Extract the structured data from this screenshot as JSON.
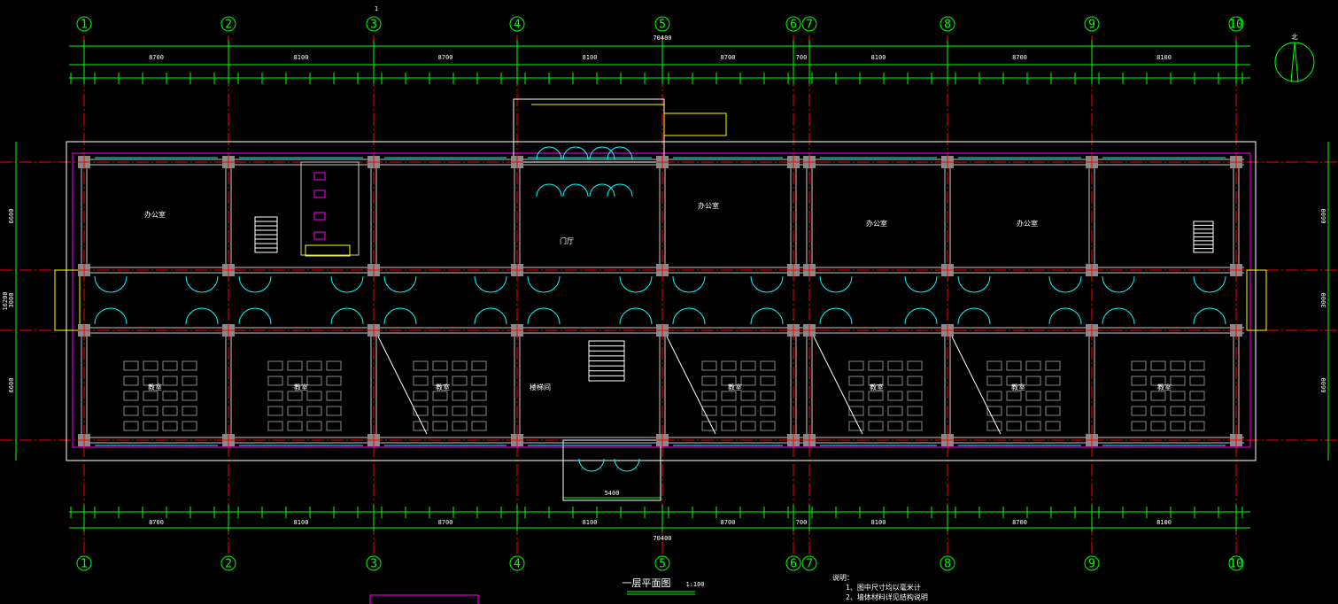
{
  "drawing": {
    "title": "一层平面图",
    "scale": "1:100",
    "notes_heading": "说明：",
    "notes": [
      "1、图中尺寸均以毫米计",
      "2、墙体材料详见结构说明"
    ],
    "north": "北",
    "section_mark": "1"
  },
  "axes": [
    "1",
    "2",
    "3",
    "4",
    "5",
    "6",
    "7",
    "8",
    "9",
    "10"
  ],
  "dimensions": {
    "overall": "70400",
    "spans": [
      "8700",
      "8100",
      "8700",
      "8100",
      "8700",
      "700",
      "8100",
      "8700",
      "8100"
    ],
    "left_side": [
      "6600",
      "3000",
      "6600"
    ],
    "right_side": [
      "6600",
      "3000",
      "6600"
    ],
    "total_depth": "16200",
    "stair_width": "5400"
  },
  "rooms": [
    {
      "name": "办公室",
      "label": "办公室"
    },
    {
      "name": "门厅",
      "label": "门厅"
    },
    {
      "name": "办公室",
      "label": "办公室"
    },
    {
      "name": "办公室",
      "label": "办公室"
    },
    {
      "name": "办公室",
      "label": "办公室"
    },
    {
      "name": "教室",
      "label": "教室"
    },
    {
      "name": "教室",
      "label": "教室"
    },
    {
      "name": "教室",
      "label": "教室"
    },
    {
      "name": "楼梯间",
      "label": "楼梯间"
    },
    {
      "name": "教室",
      "label": "教室"
    },
    {
      "name": "教室",
      "label": "教室"
    },
    {
      "name": "教室",
      "label": "教室"
    },
    {
      "name": "教室",
      "label": "教室"
    }
  ],
  "colors": {
    "grid": "#ff0000",
    "dim": "#00ff00",
    "wall": "#c8c8c8",
    "window": "#00ffff",
    "fixture": "#ff00ff",
    "accent": "#ffff00"
  }
}
